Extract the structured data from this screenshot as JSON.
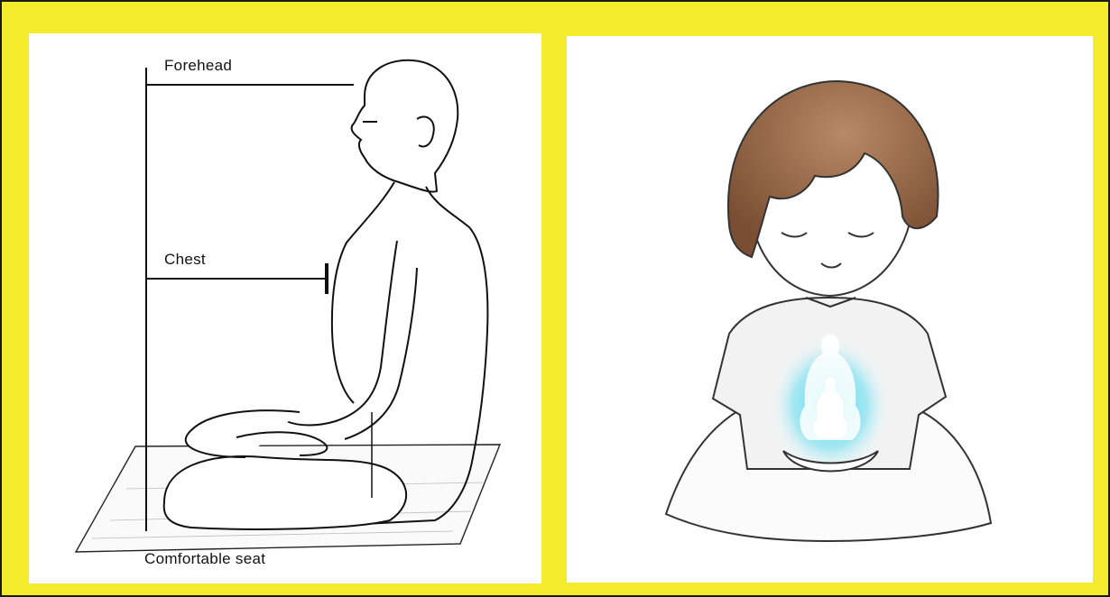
{
  "labels": {
    "forehead": "Forehead",
    "chest": "Chest",
    "seat": "Comfortable seat"
  },
  "colors": {
    "border": "#f4eb2c",
    "panel_background": "#ffffff",
    "ink": "#111111",
    "hair": "#9a6a4a",
    "glow": "#3fd4ee"
  },
  "panels": {
    "left": {
      "subject": "line drawing of a man seated cross-legged on a mat, with measurement lines"
    },
    "right": {
      "subject": "cartoon child meditating with a glowing Buddha silhouette at the chest"
    }
  }
}
